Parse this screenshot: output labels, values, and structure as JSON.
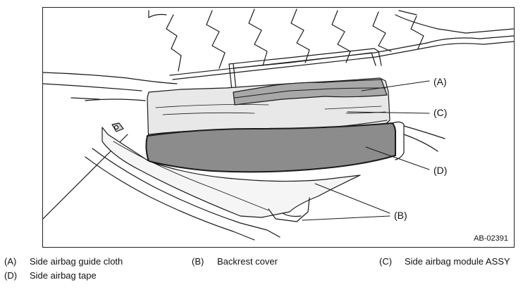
{
  "figure": {
    "id_label": "AB-02391",
    "callouts": {
      "a": "(A)",
      "b": "(B)",
      "c": "(C)",
      "d": "(D)"
    }
  },
  "legend": [
    {
      "key": "(A)",
      "text": "Side airbag guide cloth"
    },
    {
      "key": "(B)",
      "text": "Backrest cover"
    },
    {
      "key": "(C)",
      "text": "Side airbag module ASSY"
    },
    {
      "key": "(D)",
      "text": "Side airbag tape"
    }
  ],
  "colors": {
    "module_fill": "#e8e8e8",
    "tape_fill": "#8c8c8c",
    "guide_cloth_fill": "#a8a8a8",
    "line": "#1a1a1a"
  }
}
